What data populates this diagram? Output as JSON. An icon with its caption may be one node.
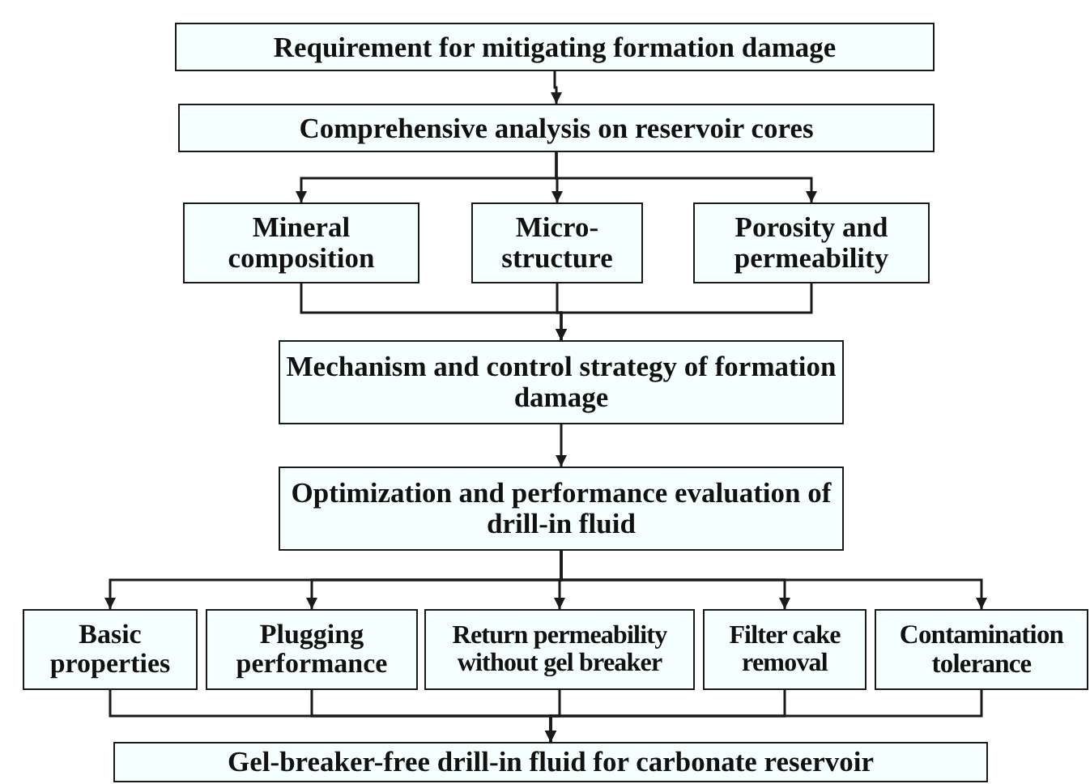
{
  "diagram": {
    "nodes": [
      {
        "text": [
          "Requirement for mitigating formation damage"
        ]
      },
      {
        "text": [
          "Comprehensive analysis on reservoir cores"
        ]
      },
      {
        "text": [
          "Mineral composition"
        ]
      },
      {
        "text": [
          "Micro-structure"
        ]
      },
      {
        "text": [
          "Porosity and permeability"
        ]
      },
      {
        "text": [
          "Mechanism and control strategy of formation damage"
        ]
      },
      {
        "text": [
          "Optimization and performance evaluation of drill-in fluid"
        ]
      },
      {
        "text": [
          "Basic properties"
        ]
      },
      {
        "text": [
          "Plugging performance"
        ]
      },
      {
        "text": [
          "Return permeability without gel breaker"
        ]
      },
      {
        "text": [
          "Filter cake removal"
        ]
      },
      {
        "text": [
          "Contamination tolerance"
        ]
      },
      {
        "text": [
          "Gel-breaker-free drill-in fluid for carbonate reservoir"
        ]
      }
    ],
    "edges": [
      {
        "from": 0,
        "to": 1,
        "arrow": "to"
      },
      {
        "from": 1,
        "to": 2,
        "arrow": "to"
      },
      {
        "from": 1,
        "to": 3,
        "arrow": "to"
      },
      {
        "from": 1,
        "to": 4,
        "arrow": "to"
      },
      {
        "from": 2,
        "to": 5,
        "arrow": "to"
      },
      {
        "from": 3,
        "to": 5,
        "arrow": "to"
      },
      {
        "from": 4,
        "to": 5,
        "arrow": "to"
      },
      {
        "from": 5,
        "to": 6,
        "arrow": "to"
      },
      {
        "from": 6,
        "to": 7,
        "arrow": "to"
      },
      {
        "from": 6,
        "to": 8,
        "arrow": "to"
      },
      {
        "from": 6,
        "to": 9,
        "arrow": "to"
      },
      {
        "from": 6,
        "to": 10,
        "arrow": "to"
      },
      {
        "from": 6,
        "to": 11,
        "arrow": "to"
      },
      {
        "from": 7,
        "to": 12,
        "arrow": "to"
      },
      {
        "from": 8,
        "to": 12,
        "arrow": "to"
      },
      {
        "from": 9,
        "to": 12,
        "arrow": "to"
      },
      {
        "from": 10,
        "to": 12,
        "arrow": "to"
      },
      {
        "from": 11,
        "to": 12,
        "arrow": "to"
      }
    ]
  }
}
